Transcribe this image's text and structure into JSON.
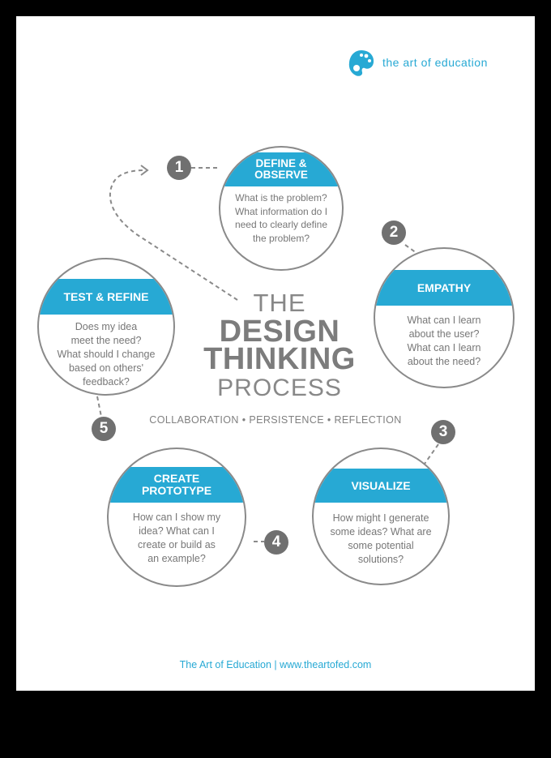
{
  "brand": {
    "logo_icon": "palette-icon",
    "name": "the art of education",
    "color": "#27a9d4"
  },
  "title": {
    "line1": "THE",
    "line2": "DESIGN",
    "line3": "THINKING",
    "line4": "PROCESS"
  },
  "tagline": "COLLABORATION • PERSISTENCE • REFLECTION",
  "steps": [
    {
      "number": "1",
      "title_lines": [
        "DEFINE &",
        "OBSERVE"
      ],
      "body_lines": [
        "What is the problem?",
        "What information do I",
        "need to clearly define",
        "the problem?"
      ]
    },
    {
      "number": "2",
      "title_lines": [
        "EMPATHY"
      ],
      "body_lines": [
        "What can I learn",
        "about the user?",
        "What can I learn",
        "about the need?"
      ]
    },
    {
      "number": "3",
      "title_lines": [
        "VISUALIZE"
      ],
      "body_lines": [
        "How might I generate",
        "some ideas? What are",
        "some potential",
        "solutions?"
      ]
    },
    {
      "number": "4",
      "title_lines": [
        "CREATE",
        "PROTOTYPE"
      ],
      "body_lines": [
        "How can I show my",
        "idea? What can I",
        "create or build as",
        "an example?"
      ]
    },
    {
      "number": "5",
      "title_lines": [
        "TEST & REFINE"
      ],
      "body_lines": [
        "Does my idea",
        "meet the need?",
        "What should I change",
        "based on others'",
        "feedback?"
      ]
    }
  ],
  "footer": "The Art of Education | www.theartofed.com",
  "colors": {
    "accent": "#27a9d4",
    "number_badge": "#707070",
    "circle_border": "#8a8a8a",
    "title_text": "#7c7c7c"
  }
}
